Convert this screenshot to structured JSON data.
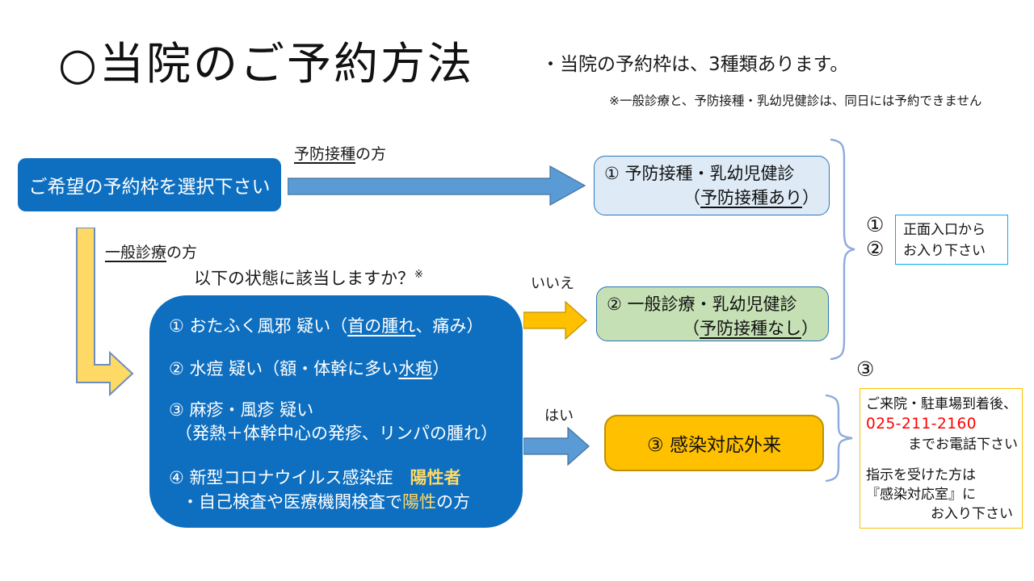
{
  "header": {
    "title": "○当院のご予約方法",
    "subtitle": "・当院の予約枠は、3種類あります。",
    "note": "※一般診療と、予防接種・乳幼児健診は、同日には予約できません"
  },
  "flow": {
    "select_box_label": "ご希望の予約枠を選択下さい",
    "vaccination_label": {
      "u": "予防接種",
      "rest": "の方"
    },
    "general_label": {
      "u": "一般診療",
      "rest": "の方"
    },
    "question": {
      "text": "以下の状態に該当しますか？",
      "mark": "※"
    },
    "symptoms": {
      "item1": {
        "pre": "① おたふく風邪 疑い（",
        "u": "首の腫れ",
        "post": "、痛み）"
      },
      "item2": {
        "pre": "② 水痘 疑い（額・体幹に多い",
        "u": "水疱",
        "post": "）"
      },
      "item3_l1": "③ 麻疹・風疹 疑い",
      "item3_l2": "（発熱＋体幹中心の発疹、リンパの腫れ）",
      "item4_l1": {
        "pre": "④ 新型コロナウイルス感染症　",
        "hl": "陽性者"
      },
      "item4_l2": {
        "pre": "・自己検査や医療機関検査で",
        "hl": "陽性",
        "post": "の方"
      }
    },
    "no_label": "いいえ",
    "yes_label": "はい",
    "dest1": {
      "l1": "① 予防接種・乳幼児健診",
      "l2_pre": "（",
      "l2_u": "予防接種あり",
      "l2_post": "）"
    },
    "dest2": {
      "l1": "② 一般診療・乳幼児健診",
      "l2_pre": "（",
      "l2_u": "予防接種なし",
      "l2_post": "）"
    },
    "dest3_label": "③ 感染対応外来"
  },
  "right_panel": {
    "num1": "①",
    "num2": "②",
    "num3": "③",
    "entrance_box": {
      "l1": "正面入口から",
      "l2": "お入り下さい"
    },
    "phone_box": {
      "l1": "ご来院・駐車場到着後、",
      "phone": "025-211-2160",
      "l2": "までお電話下さい",
      "l3": "指示を受けた方は",
      "l4": "『感染対応室』に",
      "l5": "お入り下さい"
    }
  },
  "colors": {
    "primary_blue": "#0E6FC0",
    "arrow_blue": "#5B9BD5",
    "arrow_blue_border": "#41719C",
    "light_blue_fill": "#DEEBF7",
    "box_border_blue": "#2E75B6",
    "green_fill": "#C5E0B4",
    "orange_fill": "#FFC000",
    "orange_border": "#BF9000",
    "yellow_arrow_fill": "#FFD966",
    "yellow_arrow_border": "#6C8EBF",
    "highlight_gold": "#FFD966",
    "brace_blue": "#8FAADC",
    "cyan_border": "#00B0F0",
    "phone_red": "#FF0000"
  }
}
